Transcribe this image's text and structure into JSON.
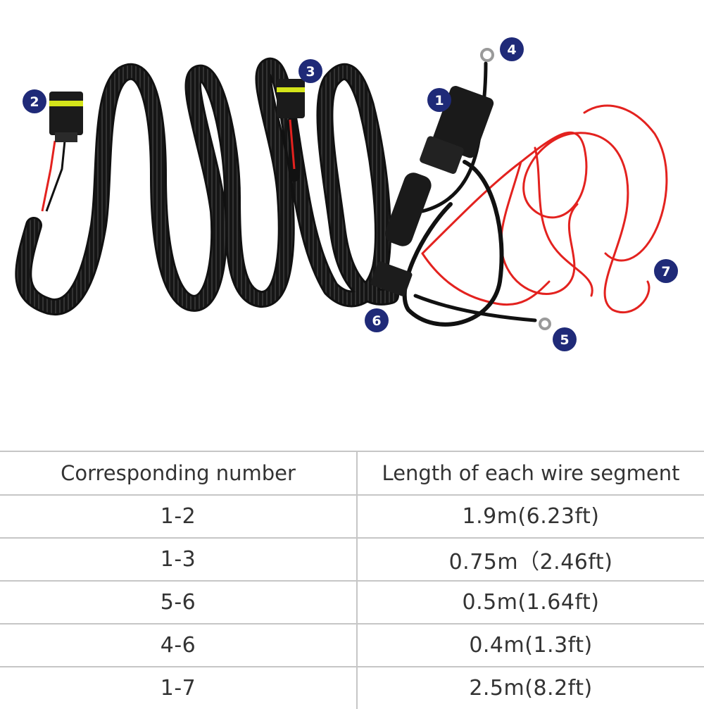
{
  "callouts": [
    "1",
    "2",
    "3",
    "4",
    "5",
    "6",
    "7"
  ],
  "colors": {
    "badge": "#1f2a78",
    "sheath": "#111111",
    "red_wire": "#e3221f",
    "connector_seal": "#d4e41a",
    "table_border": "#c6c6c6",
    "text": "#333333"
  },
  "table": {
    "headers": [
      "Corresponding number",
      "Length of each wire segment"
    ],
    "rows": [
      [
        "1-2",
        "1.9m(6.23ft)"
      ],
      [
        "1-3",
        "0.75m（2.46ft)"
      ],
      [
        "5-6",
        "0.5m(1.64ft)"
      ],
      [
        "4-6",
        "0.4m(1.3ft)"
      ],
      [
        "1-7",
        "2.5m(8.2ft)"
      ]
    ]
  }
}
